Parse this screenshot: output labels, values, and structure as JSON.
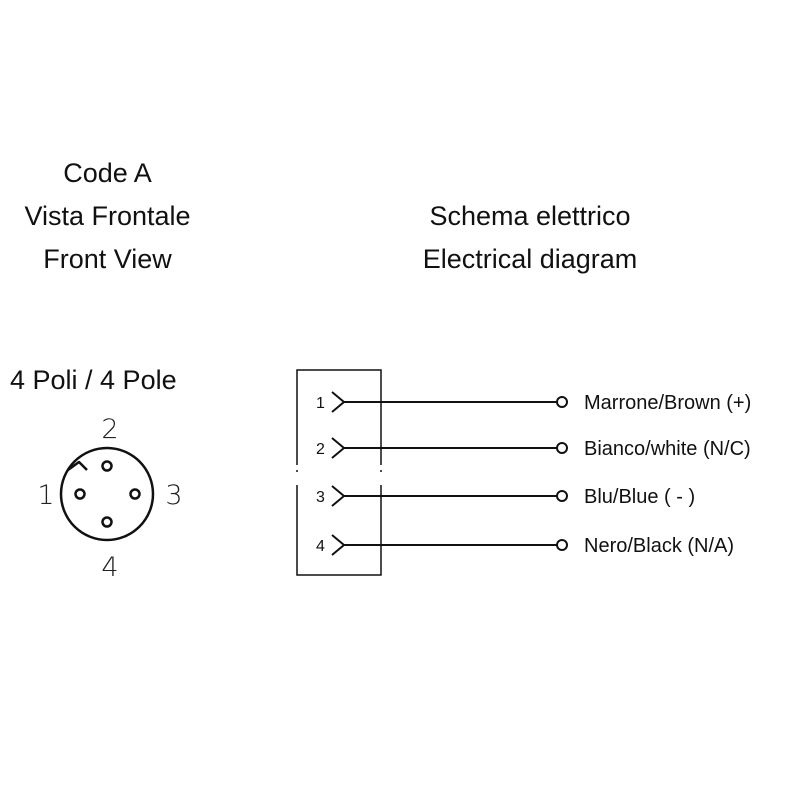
{
  "left_heading": {
    "line1": "Code A",
    "line2": "Vista Frontale",
    "line3": "Front View"
  },
  "right_heading": {
    "line1": "Schema elettrico",
    "line2": "Electrical diagram"
  },
  "pole_label": "4 Poli / 4 Pole",
  "connector_pins": {
    "pin1": "1",
    "pin2": "2",
    "pin3": "3",
    "pin4": "4"
  },
  "wires": [
    {
      "number": "1",
      "label": "Marrone/Brown (+)"
    },
    {
      "number": "2",
      "label": "Bianco/white (N/C)"
    },
    {
      "number": "3",
      "label": "Blu/Blue ( - )"
    },
    {
      "number": "4",
      "label": "Nero/Black (N/A)"
    }
  ],
  "colors": {
    "ink": "#111111",
    "background": "#ffffff"
  }
}
